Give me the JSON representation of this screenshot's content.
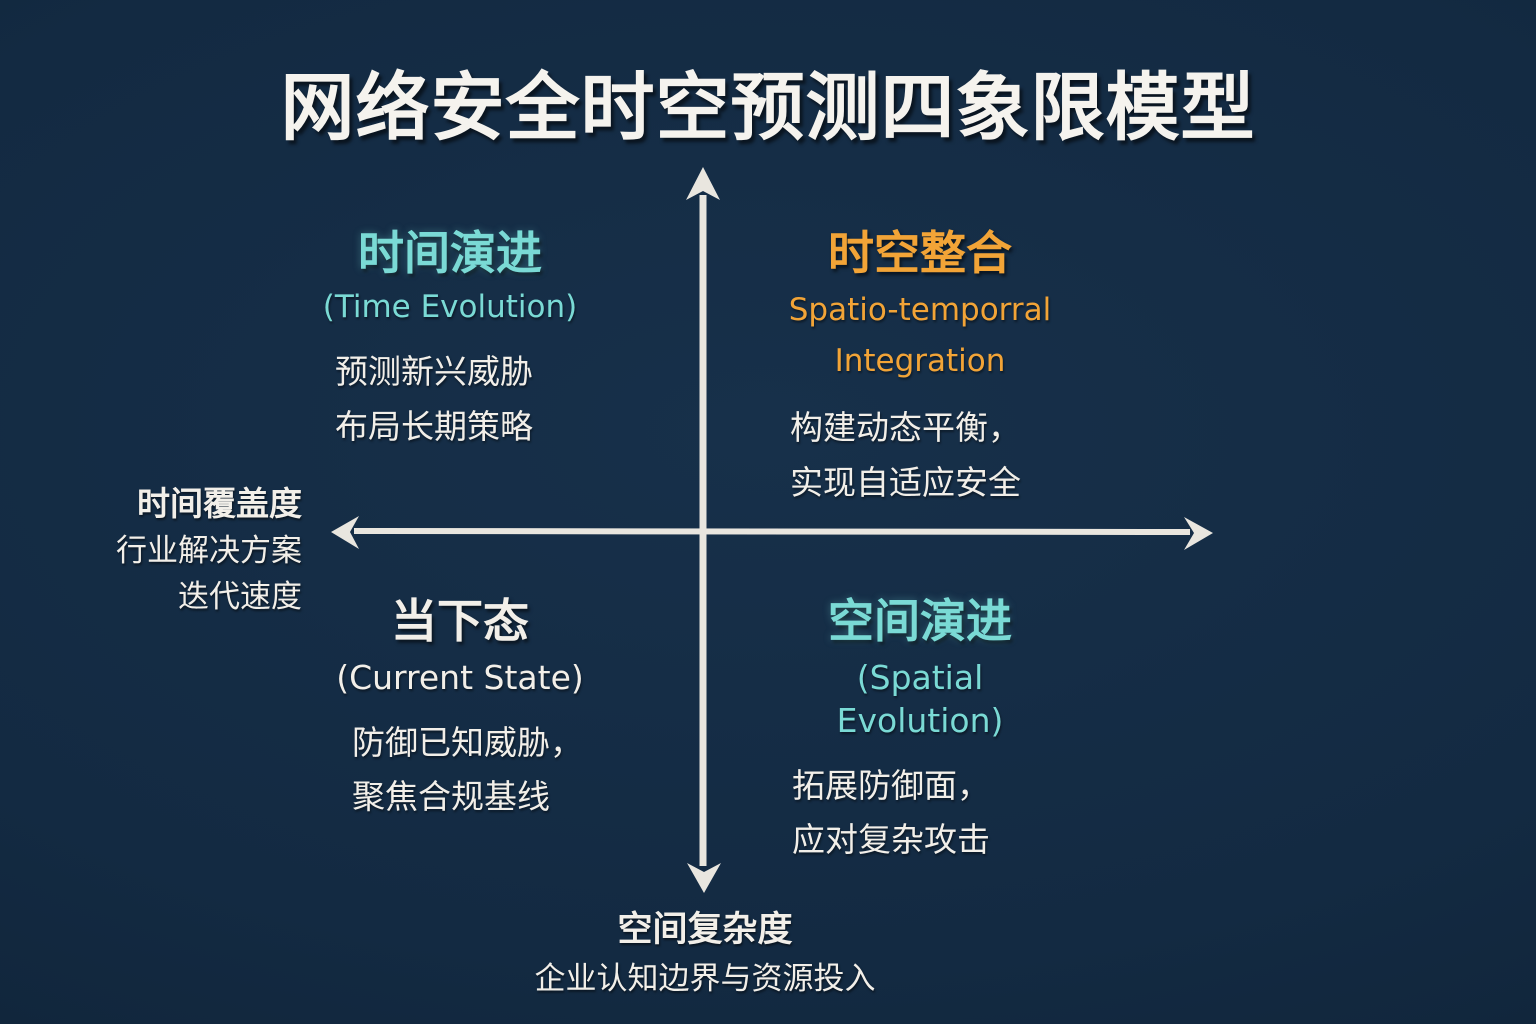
{
  "title": "网络安全时空预测四象限模型",
  "colors": {
    "background": "#132a42",
    "text_white": "#f2efe9",
    "teal": "#7adad5",
    "teal_sub": "#74ccd3",
    "orange": "#f2a437",
    "axis": "#e9e6df"
  },
  "quadrants": {
    "top_left": {
      "heading": "时间演进",
      "subheading": "(Time Evolution)",
      "body": [
        "预测新兴威胁",
        "布局长期策略"
      ]
    },
    "top_right": {
      "heading": "时空整合",
      "subheading": [
        "Spatio-temporral",
        "Integration"
      ],
      "body": [
        "构建动态平衡，",
        "实现自适应安全"
      ]
    },
    "bottom_left": {
      "heading": "当下态",
      "subheading": "(Current State)",
      "body": [
        "防御已知威胁，",
        "聚焦合规基线"
      ]
    },
    "bottom_right": {
      "heading": "空间演进",
      "subheading": "(Spatial Evolution)",
      "body": [
        "拓展防御面，",
        "应对复杂攻击"
      ]
    }
  },
  "axis_labels": {
    "horizontal_left": [
      "时间覆盖度",
      "行业解决方案",
      "迭代速度"
    ],
    "vertical_bottom": [
      "空间复杂度",
      "企业认知边界与资源投入"
    ]
  }
}
